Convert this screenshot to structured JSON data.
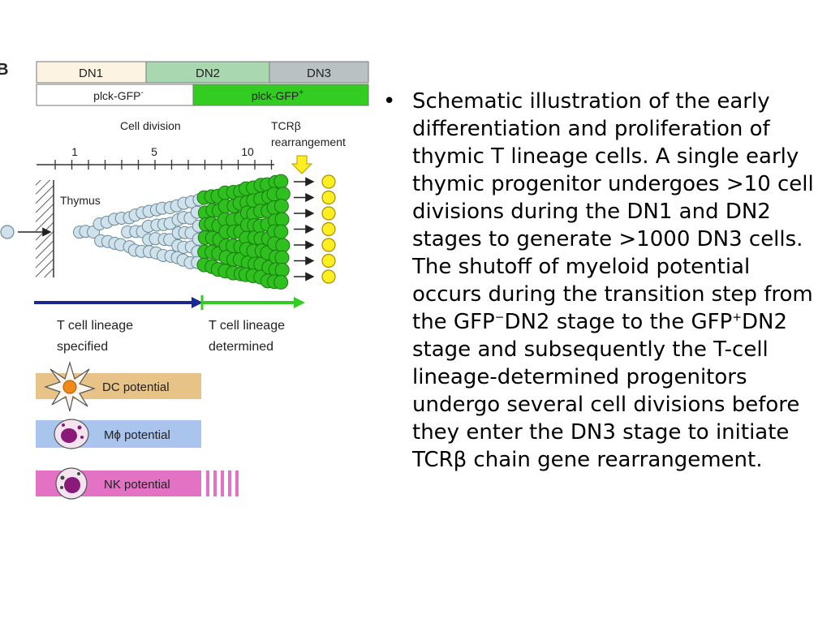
{
  "figure": {
    "panel_label": "B",
    "stage_bar": [
      "DN1",
      "DN2",
      "DN3"
    ],
    "gfp_bar": {
      "negative": "plck-GFP",
      "negative_sup": "-",
      "positive": "plck-GFP",
      "positive_sup": "+"
    },
    "cell_division_label": "Cell division",
    "division_ticks": [
      "1",
      "5",
      "10"
    ],
    "tcr_label_1": "TCRβ",
    "tcr_label_2": "rearrangement",
    "thymus_label": "Thymus",
    "specified_1": "T cell lineage",
    "specified_2": "specified",
    "determined_1": "T cell lineage",
    "determined_2": "determined",
    "potentials": [
      "DC potential",
      "Mϕ potential",
      "NK potential"
    ],
    "colors": {
      "dn1": "#fdf3e3",
      "dn2": "#a9d8b0",
      "dn3": "#b9c1c3",
      "gfp_positive": "#33cc22",
      "progenitor": "#cfe1ea",
      "gfp_cell": "#2fbf1f",
      "dn3_cell": "#ffee22",
      "specified_arrow": "#1a2a8c",
      "determined_arrow": "#33cc22",
      "dc_band": "#e7c388",
      "mphi_band": "#a9c5ee",
      "nk_band": "#e372c4"
    }
  },
  "text": {
    "part1": "Schematic illustration of the early differentiation and proliferation of thymic T lineage cells. A single early thymic progenitor undergoes >10 cell divisions during the DN1 and DN2 stages to generate >1000 DN3 cells. The shutoff of myeloid potential occurs during the transition step from the GFP",
    "sup1": "−",
    "part2": "DN2 stage to the GFP",
    "sup2": "+",
    "part3": "DN2 stage and subsequently the T-cell lineage-determined progenitors undergo several cell divisions before they enter the DN3 stage to initiate TCRβ chain gene rearrangement."
  }
}
